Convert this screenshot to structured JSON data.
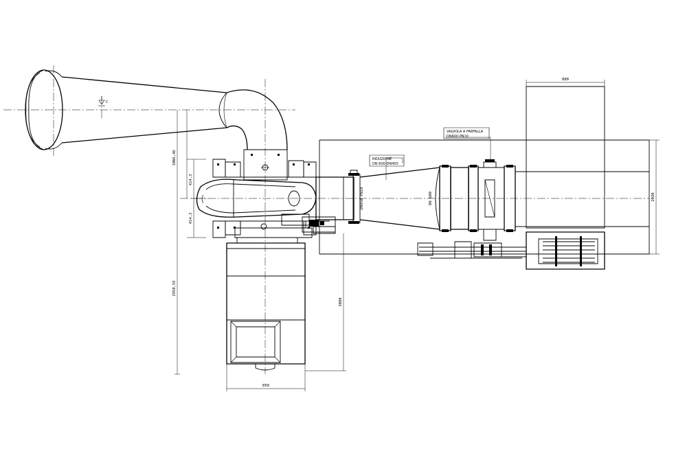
{
  "labels": {
    "symbol_c": "C",
    "dim_front_upper": "1006,46",
    "dim_front_414a": "414,3",
    "dim_front_414b": "414,3",
    "dim_total_height": "2950,55",
    "dim_tank_height": "2088",
    "dim_tank_width": "850",
    "dim_box_width": "880",
    "dim_box_height": "2020",
    "dn450": "DN450 PN10",
    "dn600": "DN 600",
    "riduzione_l1": "RIDUZIONE",
    "riduzione_l2": "DN 600-DN450",
    "valve_l1": "VALVOLA A FARFALLA",
    "valve_l2": "DN600 PN10"
  }
}
